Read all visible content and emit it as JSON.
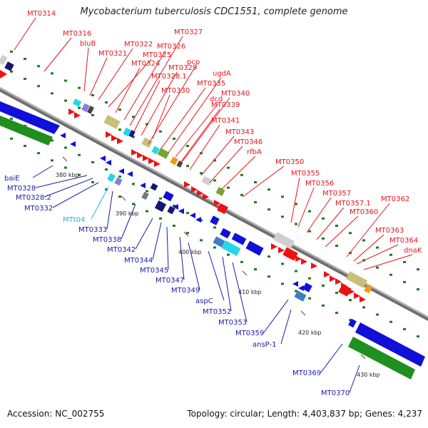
{
  "title": "Mycobacterium tuberculosis CDC1551, complete genome",
  "footer": {
    "accession": "Accession: NC_002755",
    "summary": "Topology: circular; Length: 4,403,837 bp; Genes: 4,237"
  },
  "colors": {
    "forward_label": "#e8141b",
    "reverse_label": "#1a1aa8",
    "trna_label": "#21b8d8",
    "backbone": "#8a8a8a",
    "green_dots": "#1f7a1f"
  },
  "ticks": [
    "380 kbp",
    "390 kbp",
    "400 kbp",
    "410 kbp",
    "420 kbp",
    "430 kbp"
  ],
  "forward_genes": [
    "MT0314",
    "MT0316",
    "bluB",
    "MT0321",
    "MT0322",
    "MT0325",
    "MT0324",
    "MT0326",
    "MT0327",
    "MT0328.1",
    "MT0329",
    "MT0330",
    "pcp",
    "MT0335",
    "ugdA",
    "dcd",
    "MT0340",
    "MT0339",
    "MT0341",
    "MT0343",
    "MT0346",
    "rfbA",
    "MT0350",
    "MT0355",
    "MT0356",
    "MT0357",
    "MT0357.1",
    "MT0360",
    "MT0362",
    "MT0363",
    "MT0364",
    "dnaK"
  ],
  "reverse_genes": [
    "baiE",
    "MT0328",
    "MT0328.2",
    "MT0332",
    "MTt04",
    "MT0333",
    "MT0338",
    "MT0342",
    "MT0344",
    "MT0345",
    "MT0347",
    "MT0349",
    "aspC",
    "MT0352",
    "MT0353",
    "MT0359",
    "ansP-1",
    "MT0369",
    "MT0370"
  ]
}
